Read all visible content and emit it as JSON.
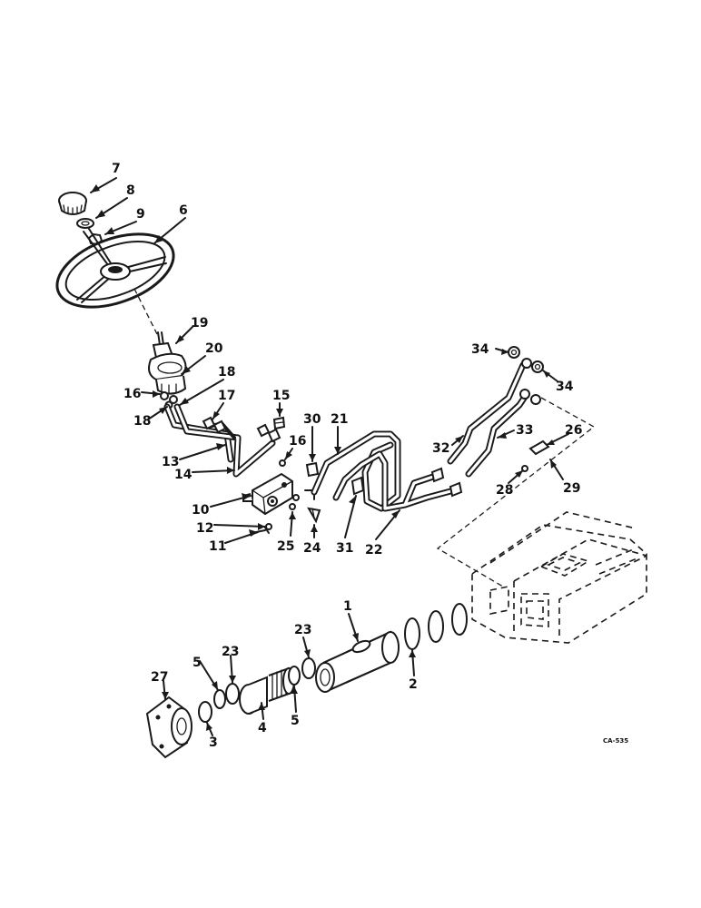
{
  "diagram": {
    "drawing_code": "CA-535",
    "callouts": [
      {
        "id": "c7",
        "text": "7"
      },
      {
        "id": "c8",
        "text": "8"
      },
      {
        "id": "c9",
        "text": "9"
      },
      {
        "id": "c6",
        "text": "6"
      },
      {
        "id": "c19",
        "text": "19"
      },
      {
        "id": "c20",
        "text": "20"
      },
      {
        "id": "c16a",
        "text": "16"
      },
      {
        "id": "c18a",
        "text": "18"
      },
      {
        "id": "c17",
        "text": "17"
      },
      {
        "id": "c18b",
        "text": "18"
      },
      {
        "id": "c15",
        "text": "15"
      },
      {
        "id": "c16b",
        "text": "16"
      },
      {
        "id": "c13",
        "text": "13"
      },
      {
        "id": "c14",
        "text": "14"
      },
      {
        "id": "c10",
        "text": "10"
      },
      {
        "id": "c12",
        "text": "12"
      },
      {
        "id": "c11",
        "text": "11"
      },
      {
        "id": "c25",
        "text": "25"
      },
      {
        "id": "c24",
        "text": "24"
      },
      {
        "id": "c30",
        "text": "30"
      },
      {
        "id": "c21",
        "text": "21"
      },
      {
        "id": "c31",
        "text": "31"
      },
      {
        "id": "c22",
        "text": "22"
      },
      {
        "id": "c34a",
        "text": "34"
      },
      {
        "id": "c34b",
        "text": "34"
      },
      {
        "id": "c32",
        "text": "32"
      },
      {
        "id": "c33",
        "text": "33"
      },
      {
        "id": "c26",
        "text": "26"
      },
      {
        "id": "c28",
        "text": "28"
      },
      {
        "id": "c29",
        "text": "29"
      },
      {
        "id": "c1",
        "text": "1"
      },
      {
        "id": "c23a",
        "text": "23"
      },
      {
        "id": "c5a",
        "text": "5"
      },
      {
        "id": "c2",
        "text": "2"
      },
      {
        "id": "c27",
        "text": "27"
      },
      {
        "id": "c5b",
        "text": "5"
      },
      {
        "id": "c23b",
        "text": "23"
      },
      {
        "id": "c4",
        "text": "4"
      },
      {
        "id": "c3",
        "text": "3"
      }
    ]
  }
}
